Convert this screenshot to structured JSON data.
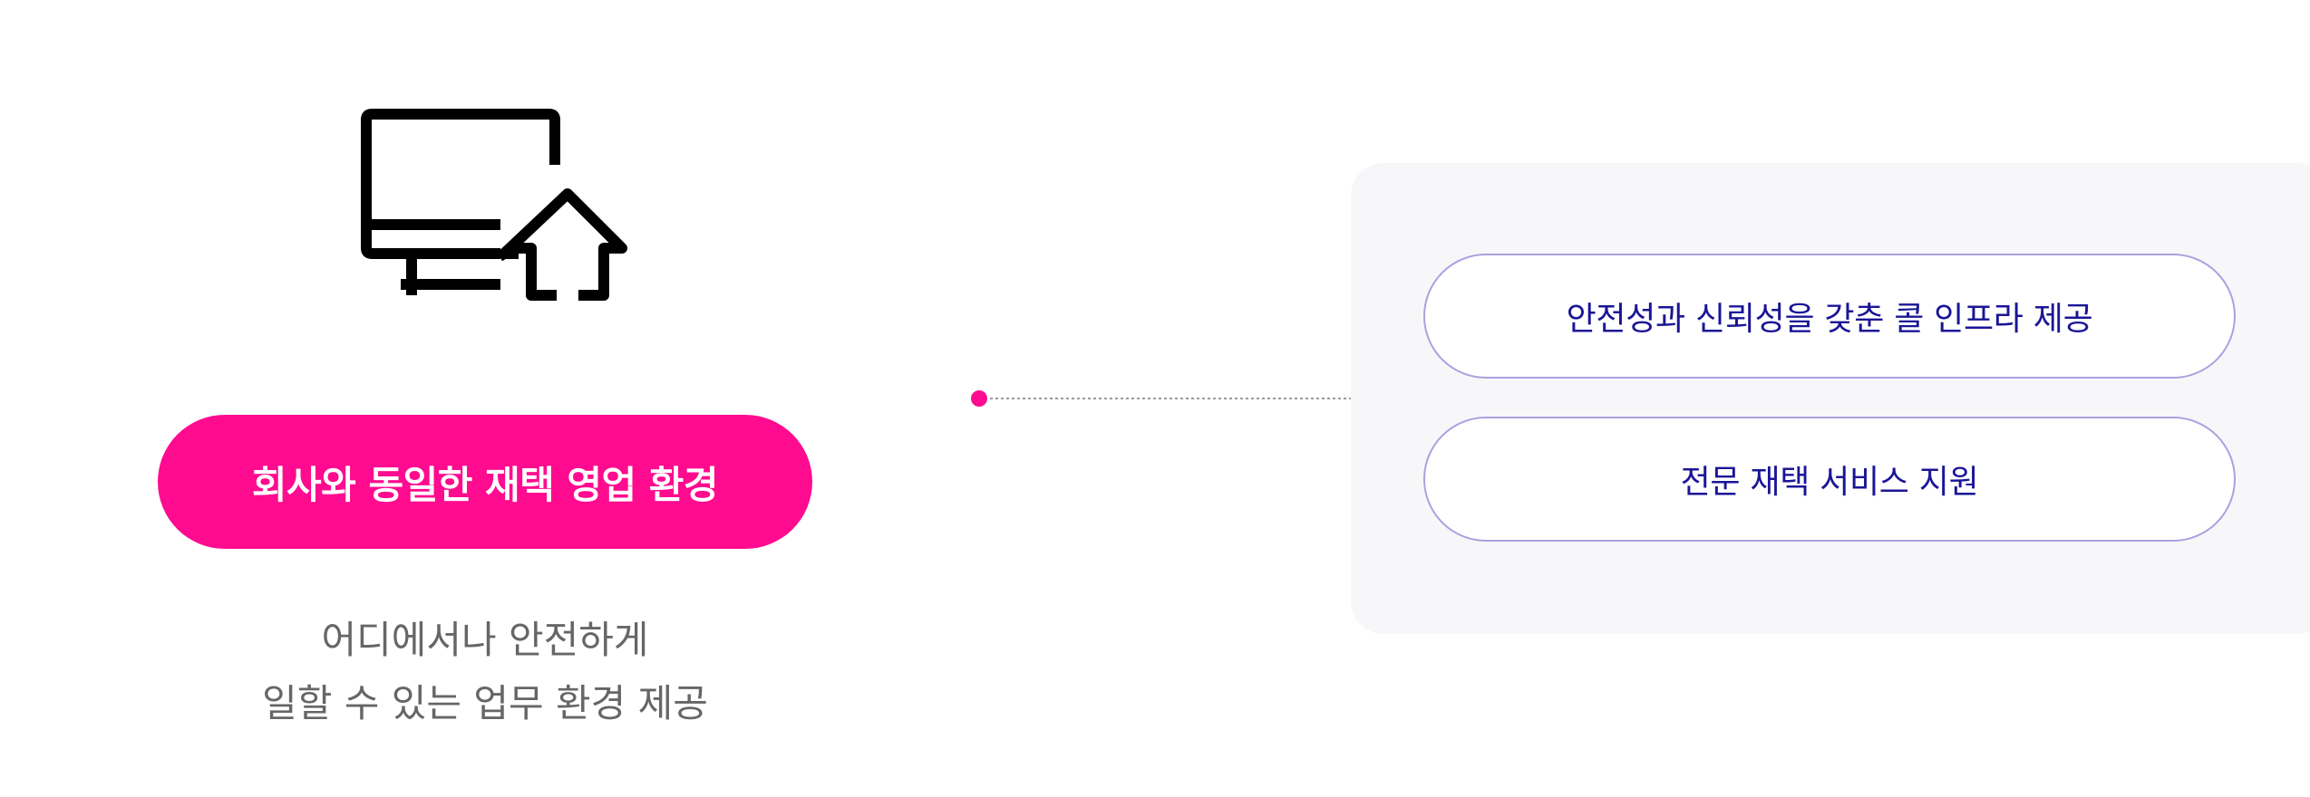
{
  "left": {
    "icon": "remote-office-icon",
    "badge_label": "회사와 동일한 재택 영업 환경",
    "description_lines": [
      "어디에서나 안전하게",
      "일할 수 있는 업무 환경 제공"
    ]
  },
  "right": {
    "features": [
      "안전성과 신뢰성을 갖춘 콜 인프라 제공",
      "전문 재택 서비스 지원"
    ]
  },
  "colors": {
    "accent_pink": "#ff0b8f",
    "feature_text": "#1a1596",
    "feature_border": "#a9a2e0",
    "panel_bg": "#f7f7f9",
    "description_text": "#666666"
  }
}
